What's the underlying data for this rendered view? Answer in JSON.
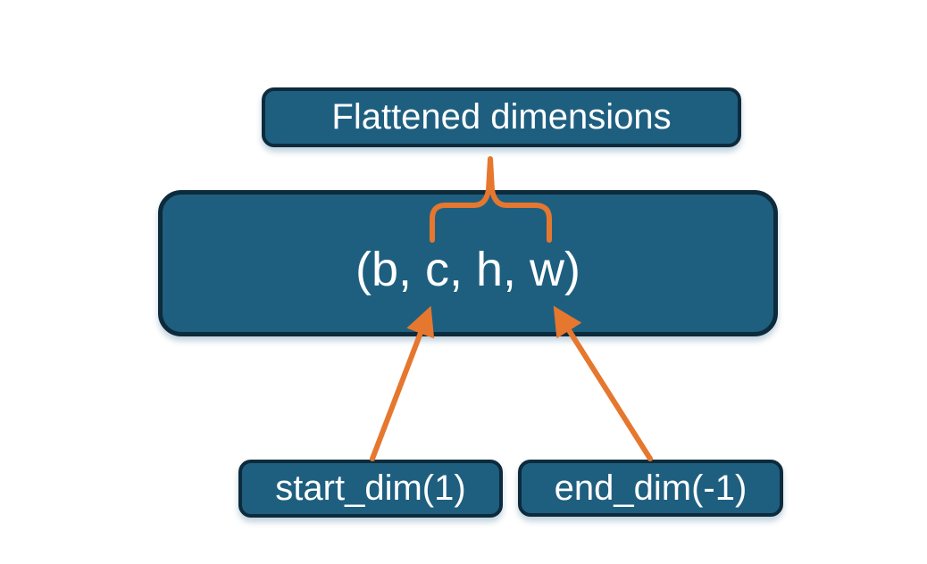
{
  "diagram": {
    "nodes": {
      "flattened": {
        "label": "Flattened dimensions"
      },
      "tensor": {
        "label": "(b, c, h, w)"
      },
      "start_dim": {
        "label": "start_dim(1)"
      },
      "end_dim": {
        "label": "end_dim(-1)"
      }
    },
    "connectors": [
      {
        "name": "brace",
        "type": "curly-brace",
        "from": "flattened",
        "to": "tensor"
      },
      {
        "name": "start-dim-arrow",
        "type": "arrow",
        "from": "start_dim",
        "to": "tensor"
      },
      {
        "name": "end-dim-arrow",
        "type": "arrow",
        "from": "end_dim",
        "to": "tensor"
      }
    ],
    "colors": {
      "node_fill": "#1e5f80",
      "node_border": "#0d2b3c",
      "node_text": "#ffffff",
      "connector": "#e6772e",
      "background": "#ffffff"
    }
  }
}
